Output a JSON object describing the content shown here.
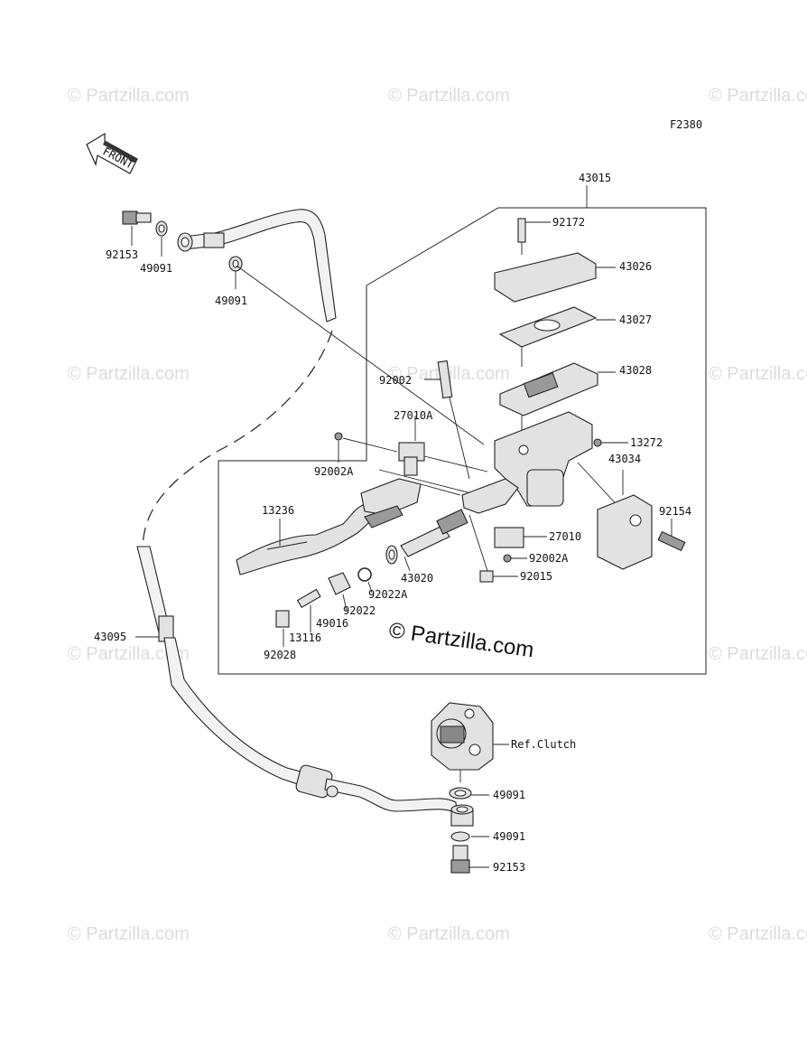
{
  "diagram": {
    "code": "F2380",
    "front_label": "FRONT",
    "watermark": "© Partzilla.com",
    "center_watermark": "© Partzilla.com",
    "parts": {
      "p43015": "43015",
      "p92172": "92172",
      "p43026": "43026",
      "p43027": "43027",
      "p43028": "43028",
      "p92002": "92002",
      "p27010A": "27010A",
      "p13272": "13272",
      "p92002A_top": "92002A",
      "p43034": "43034",
      "p13236": "13236",
      "p92154": "92154",
      "p27010": "27010",
      "p92002A_bot": "92002A",
      "p43020": "43020",
      "p92015": "92015",
      "p92022A": "92022A",
      "p49016": "49016",
      "p92022": "92022",
      "p13116": "13116",
      "p92028": "92028",
      "p43095": "43095",
      "p92153_top": "92153",
      "p49091_a": "49091",
      "p49091_b": "49091",
      "ref_clutch": "Ref.Clutch",
      "p49091_c": "49091",
      "p49091_d": "49091",
      "p92153_bot": "92153"
    }
  }
}
